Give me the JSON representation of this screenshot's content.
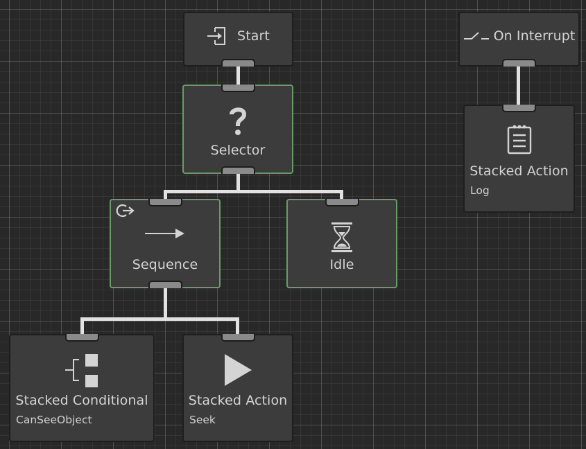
{
  "graph": {
    "nodes": {
      "start": {
        "label": "Start",
        "icon": "entry-icon",
        "type": "event"
      },
      "on_interrupt": {
        "label": "On Interrupt",
        "icon": "switch-icon",
        "type": "event"
      },
      "selector": {
        "label": "Selector",
        "icon": "question-mark-icon",
        "status": "active"
      },
      "sequence": {
        "label": "Sequence",
        "icon": "arrow-right-icon",
        "badge_icon": "restart-icon",
        "status": "active"
      },
      "idle": {
        "label": "Idle",
        "icon": "hourglass-icon",
        "status": "active"
      },
      "stacked_conditional": {
        "label": "Stacked Conditional",
        "sublabel": "CanSeeObject",
        "icon": "conditional-stack-icon"
      },
      "stacked_action_seek": {
        "label": "Stacked Action",
        "sublabel": "Seek",
        "icon": "play-icon"
      },
      "stacked_action_log": {
        "label": "Stacked Action",
        "sublabel": "Log",
        "icon": "notepad-icon"
      }
    },
    "colors": {
      "background": "#282828",
      "node_fill": "#3c3c3c",
      "active_border": "#6a9c68",
      "wire": "#e2e2e2",
      "port": "#8a8a8a"
    }
  }
}
